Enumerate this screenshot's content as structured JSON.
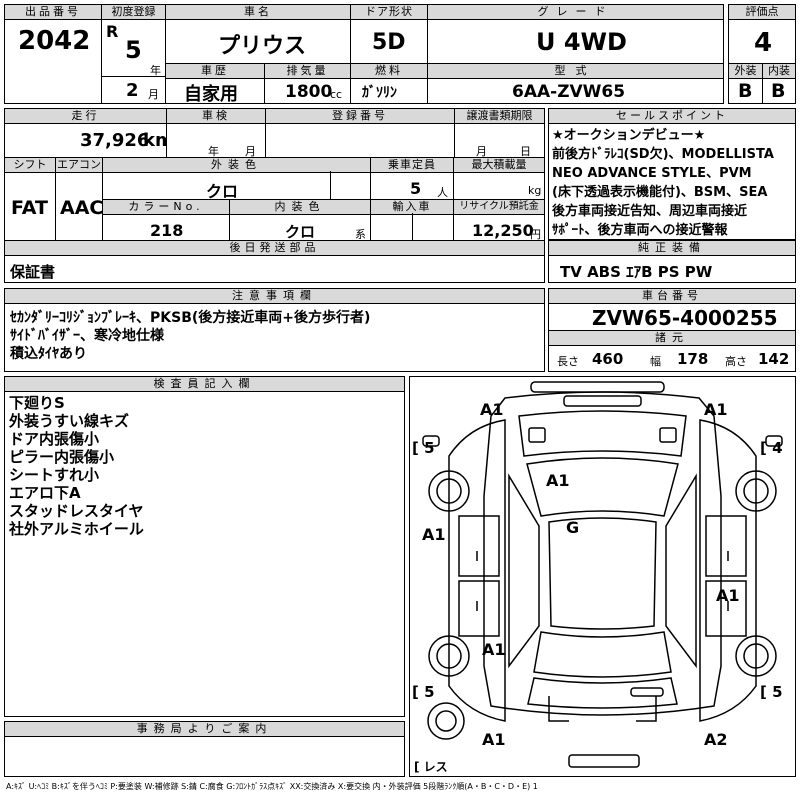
{
  "header": {
    "lot_label": "出品番号",
    "lot": "2042",
    "first_reg_label": "初度登録",
    "era": "R",
    "reg_year": "5",
    "year_unit": "年",
    "reg_month": "2",
    "month_unit": "月",
    "car_name_label": "車名",
    "car_name": "プリウス",
    "door_label": "ドア形状",
    "door": "5D",
    "grade_label": "グレード",
    "grade": "U 4WD",
    "score_label": "評価点",
    "score": "4",
    "history_label": "車歴",
    "history": "自家用",
    "displacement_label": "排気量",
    "displacement": "1800",
    "displacement_unit": "cc",
    "fuel_label": "燃料",
    "fuel": "ｶﾞｿﾘﾝ",
    "model_label": "型式",
    "model": "6AA-ZVW65",
    "exterior_label": "外装",
    "exterior": "B",
    "interior_label": "内装",
    "interior": "B"
  },
  "row2": {
    "mileage_label": "走行",
    "mileage": "37,926",
    "mileage_unit": "km",
    "inspection_label": "車検",
    "year_unit": "年",
    "month_unit": "月",
    "plate_label": "登録番号",
    "transfer_label": "譲渡書類期限",
    "transfer_month": "月",
    "transfer_day": "日"
  },
  "row3": {
    "shift_label": "シフト",
    "shift": "FAT",
    "ac_label": "エアコン",
    "ac": "AAC",
    "color_label": "外装色",
    "color": "クロ",
    "capacity_label": "乗車定員",
    "capacity": "5",
    "capacity_unit": "人",
    "load_label": "最大積載量",
    "load_unit": "kg",
    "color_no_label": "カラーNo.",
    "color_no": "218",
    "interior_color_label": "内装色",
    "interior_color": "クロ",
    "interior_color_unit": "系",
    "import_label": "輸入車",
    "recycle_label": "リサイクル預託金",
    "recycle": "12,250",
    "recycle_unit": "円"
  },
  "sales_points": {
    "label": "セールスポイント",
    "lines": [
      "★オークションデビュー★",
      "前後方ﾄﾞﾗﾚｺ(SD欠)、MODELLISTA",
      " NEO ADVANCE STYLE、PVM",
      "(床下透過表示機能付)、BSM、SEA",
      "後方車両接近告知、周辺車両接近",
      "ｻﾎﾟｰﾄ、後方車両への接近警報"
    ]
  },
  "later_parts": {
    "label": "後日発送部品",
    "value": "保証書"
  },
  "genuine": {
    "label": "純正装備",
    "value": "TV  ABS  ｴｱB  PS  PW"
  },
  "notes": {
    "label": "注意事項欄",
    "lines": [
      "ｾｶﾝﾀﾞﾘｰｺﾘｼﾞｮﾝﾌﾞﾚｰｷ、PKSB(後方接近車両+後方歩行者)",
      "ｻｲﾄﾞﾊﾞｲｻﾞｰ、寒冷地仕様",
      "積込ﾀｲﾔあり"
    ]
  },
  "chassis": {
    "label": "車台番号",
    "value": "ZVW65-4000255"
  },
  "dims": {
    "label": "諸元",
    "length_label": "長さ",
    "length": "460",
    "width_label": "幅",
    "width": "178",
    "height_label": "高さ",
    "height": "142"
  },
  "inspector": {
    "label": "検査員記入欄",
    "lines": [
      "下廻りS",
      "外装うすい線キズ",
      "ドア内張傷小",
      "ピラー内張傷小",
      "シートすれ小",
      "エアロ下A",
      "スタッドレスタイヤ",
      "社外アルミホイール"
    ]
  },
  "office": {
    "label": "事務局よりご案内"
  },
  "diagram": {
    "marks": [
      "A1",
      "A1",
      "A1",
      "G",
      "A1",
      "A1",
      "A1",
      "A1",
      "A2"
    ],
    "tires": [
      "5",
      "4",
      "5",
      "5"
    ],
    "spare": "レス"
  },
  "legend": "A:ｷｽﾞ U:ﾍｺﾐ B:ｷｽﾞを伴うﾍｺﾐ P:要塗装 W:補修跡 S:錆 C:腐食 G:ﾌﾛﾝﾄｶﾞﾗｽ点ｷｽﾞ XX:交換済み X:要交換  内・外装評価 5段階ﾗﾝｸ順(A・B・C・D・E) 1",
  "colors": {
    "header_bg": "#d9d9d9",
    "border": "#000000"
  }
}
